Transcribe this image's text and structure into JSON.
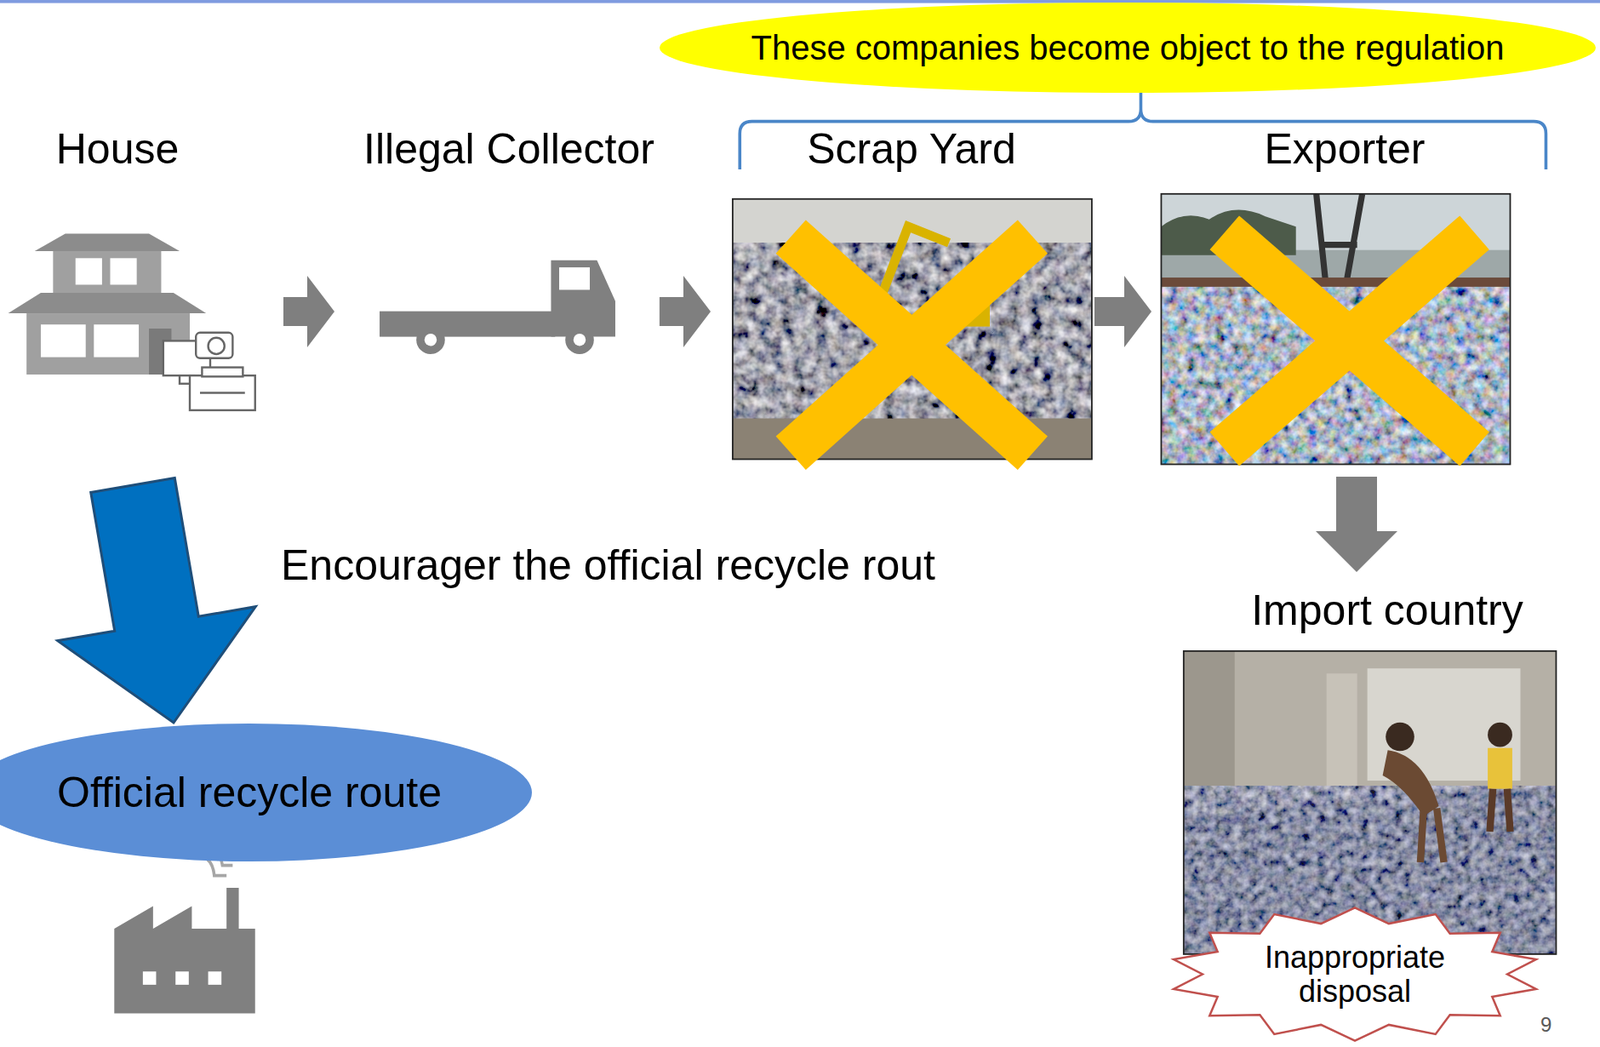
{
  "diagram": {
    "nodes": [
      {
        "text": [
          "These companies become object to the regulation"
        ]
      },
      {
        "text": [
          "House"
        ]
      },
      {
        "text": [
          "Illegal Collector"
        ]
      },
      {
        "text": [
          "Scrap Yard"
        ]
      },
      {
        "text": [
          "Exporter"
        ]
      },
      {
        "text": [
          "Import country"
        ]
      },
      {
        "text": [
          "Inappropriate disposal"
        ],
        "in": 5
      },
      {
        "text": [
          "Official recycle route"
        ]
      }
    ],
    "edges": [
      {
        "from": 1,
        "to": 2,
        "arrow": "to"
      },
      {
        "from": 2,
        "to": 3,
        "arrow": "to"
      },
      {
        "from": 3,
        "to": 4,
        "arrow": "to"
      },
      {
        "from": 4,
        "to": 5,
        "arrow": "to"
      },
      {
        "from": 1,
        "to": 7,
        "arrow": "to",
        "label": "Encourager the official recycle rout"
      }
    ],
    "labels": [
      "9"
    ]
  }
}
